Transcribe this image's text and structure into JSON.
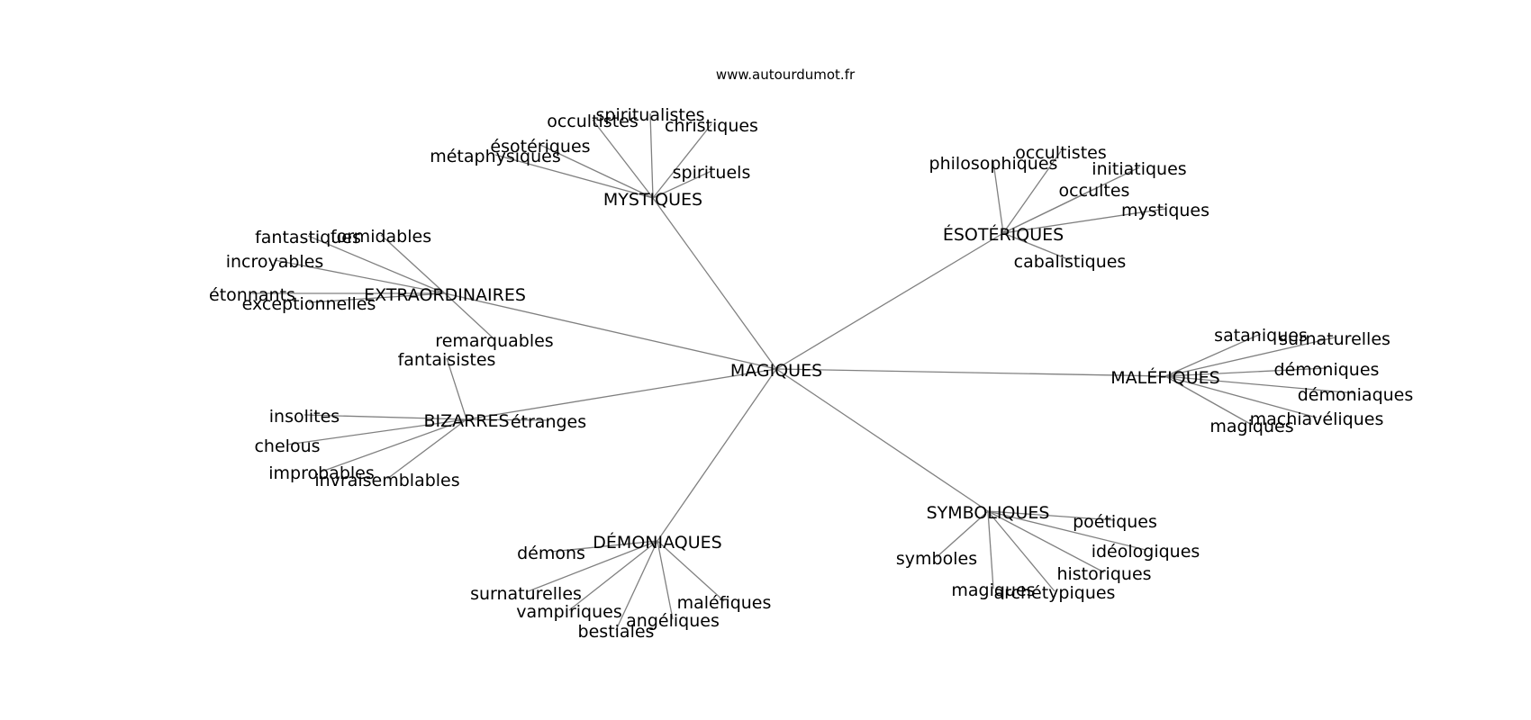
{
  "site": "www.autourdumot.fr",
  "center": "MAGIQUES",
  "clusters": [
    {
      "label": "MYSTIQUES",
      "words": [
        "occultistes",
        "spiritualistes",
        "christiques",
        "ésotériques",
        "métaphysiques",
        "spirituels"
      ]
    },
    {
      "label": "ÉSOTÉRIQUES",
      "words": [
        "philosophiques",
        "occultistes",
        "initiatiques",
        "occultes",
        "mystiques",
        "cabalistiques"
      ]
    },
    {
      "label": "EXTRAORDINAIRES",
      "words": [
        "fantastiques",
        "formidables",
        "incroyables",
        "étonnants",
        "exceptionnelles",
        "remarquables"
      ]
    },
    {
      "label": "MALÉFIQUES",
      "words": [
        "sataniques",
        "surnaturelles",
        "démoniques",
        "démoniaques",
        "machiavéliques",
        "magiques"
      ]
    },
    {
      "label": "BIZARRES",
      "words": [
        "fantaisistes",
        "insolites",
        "étranges",
        "chelous",
        "improbables",
        "invraisemblables"
      ]
    },
    {
      "label": "SYMBOLIQUES",
      "words": [
        "poétiques",
        "symboles",
        "idéologiques",
        "historiques",
        "magiques",
        "archétypiques"
      ]
    },
    {
      "label": "DÉMONIAQUES",
      "words": [
        "démons",
        "surnaturelles",
        "vampiriques",
        "maléfiques",
        "angéliques",
        "bestiales"
      ]
    }
  ]
}
